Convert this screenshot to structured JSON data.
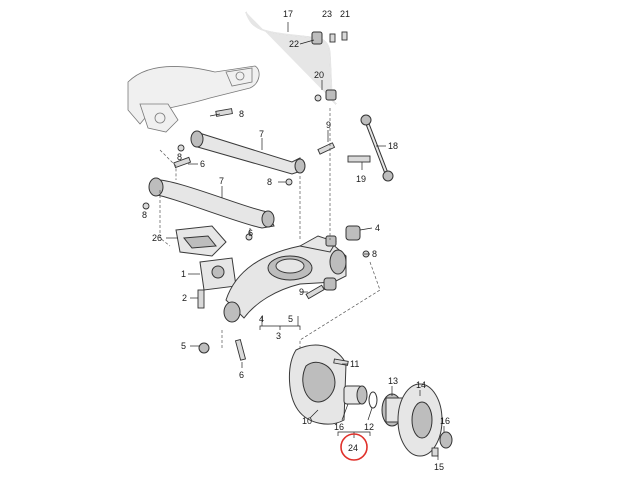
{
  "diagram": {
    "labels": [
      {
        "id": "p17",
        "text": "17"
      },
      {
        "id": "p23",
        "text": "23"
      },
      {
        "id": "p21",
        "text": "21"
      },
      {
        "id": "p22",
        "text": "22"
      },
      {
        "id": "p20",
        "text": "20"
      },
      {
        "id": "p8a",
        "text": "8"
      },
      {
        "id": "p7a",
        "text": "7"
      },
      {
        "id": "p9a",
        "text": "9"
      },
      {
        "id": "p18",
        "text": "18"
      },
      {
        "id": "p8b",
        "text": "8"
      },
      {
        "id": "p6a",
        "text": "6"
      },
      {
        "id": "p19",
        "text": "19"
      },
      {
        "id": "p8c",
        "text": "8"
      },
      {
        "id": "p7b",
        "text": "7"
      },
      {
        "id": "p8d",
        "text": "8"
      },
      {
        "id": "p4a",
        "text": "4"
      },
      {
        "id": "p26",
        "text": "26"
      },
      {
        "id": "p6b",
        "text": "6"
      },
      {
        "id": "p8e",
        "text": "8"
      },
      {
        "id": "p1",
        "text": "1"
      },
      {
        "id": "p2",
        "text": "2"
      },
      {
        "id": "p9b",
        "text": "9"
      },
      {
        "id": "p4b",
        "text": "4"
      },
      {
        "id": "p5a",
        "text": "5"
      },
      {
        "id": "p3",
        "text": "3"
      },
      {
        "id": "p5b",
        "text": "5"
      },
      {
        "id": "p11",
        "text": "11"
      },
      {
        "id": "p6c",
        "text": "6"
      },
      {
        "id": "p13",
        "text": "13"
      },
      {
        "id": "p14",
        "text": "14"
      },
      {
        "id": "p10",
        "text": "10"
      },
      {
        "id": "p16a",
        "text": "16"
      },
      {
        "id": "p12",
        "text": "12"
      },
      {
        "id": "p16b",
        "text": "16"
      },
      {
        "id": "p24",
        "text": "24"
      },
      {
        "id": "p15",
        "text": "15"
      }
    ],
    "highlight_color": "#e0312b"
  }
}
